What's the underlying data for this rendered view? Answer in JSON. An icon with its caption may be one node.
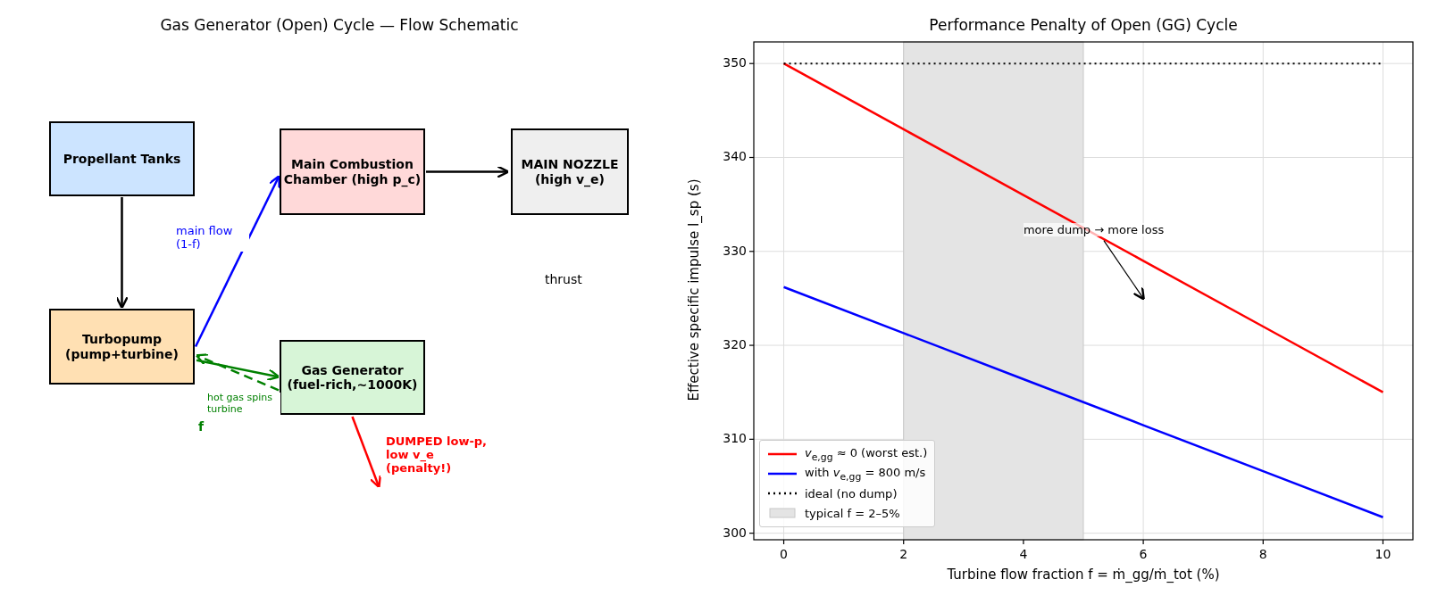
{
  "diagram": {
    "title": "Gas Generator (Open) Cycle — Flow Schematic",
    "nodes": [
      {
        "text": [
          "Propellant Tanks"
        ]
      },
      {
        "text": [
          "Main Combustion Chamber (high p_c)"
        ]
      },
      {
        "text": [
          "MAIN NOZZLE (high v_e)"
        ]
      },
      {
        "text": [
          "Turbopump (pump+turbine)"
        ]
      },
      {
        "text": [
          "Gas Generator (fuel-rich,~1000K)"
        ]
      }
    ],
    "edges": [
      {
        "from": 0,
        "to": 3,
        "arrow": "to"
      },
      {
        "from": 3,
        "to": 1,
        "arrow": "to",
        "label": "main flow (1-f)",
        "color": "#0000ff"
      },
      {
        "from": 1,
        "to": 2,
        "arrow": "to"
      },
      {
        "from": 3,
        "to": 4,
        "arrow": "to",
        "label": "f",
        "color": "#008000"
      },
      {
        "from": 4,
        "to": 3,
        "arrow": "to",
        "label": "hot gas spins turbine",
        "style": "dashed",
        "color": "#008000"
      },
      {
        "from": 4,
        "to": null,
        "arrow": "to",
        "label": "DUMPED low-p, low v_e (penalty!)",
        "color": "#ff0000"
      }
    ],
    "labels": [
      "thrust"
    ],
    "chart_data": {
      "type": "line",
      "title": "Performance Penalty of Open (GG) Cycle",
      "xlabel": "Turbine flow fraction  f = ṁ_gg/ṁ_tot  (%)",
      "ylabel": "Effective specific impulse  I_sp  (s)",
      "x": [
        0,
        2,
        4,
        6,
        8,
        10
      ],
      "series": [
        {
          "name": "*v*$_{e,gg}$ ≈ 0 (worst est.)",
          "color": "#ff0000",
          "values": [
            350,
            343,
            336,
            329,
            322,
            315
          ]
        },
        {
          "name": "with *v*$_{e,gg}$ = 800 m/s",
          "color": "#0000ff",
          "values": [
            326.2,
            321.3,
            316.4,
            311.5,
            306.6,
            301.7
          ]
        },
        {
          "name": "ideal (no dump)",
          "color": "#000000",
          "line_style": "dotted",
          "values": [
            350,
            350,
            350,
            350,
            350,
            350
          ]
        }
      ],
      "bands": [
        {
          "axis": "x",
          "from": 2,
          "to": 5,
          "label": "typical f = 2–5%",
          "color": "#e4e4e4"
        }
      ],
      "xlim": [
        -0.5,
        10.5
      ],
      "ylim": [
        299.3,
        352.3
      ],
      "xticks": [
        0,
        2,
        4,
        6,
        8,
        10
      ],
      "yticks": [
        300,
        310,
        320,
        330,
        340,
        350
      ],
      "grid": true,
      "legend": true,
      "annotations": [
        "more dump → more loss"
      ]
    }
  }
}
